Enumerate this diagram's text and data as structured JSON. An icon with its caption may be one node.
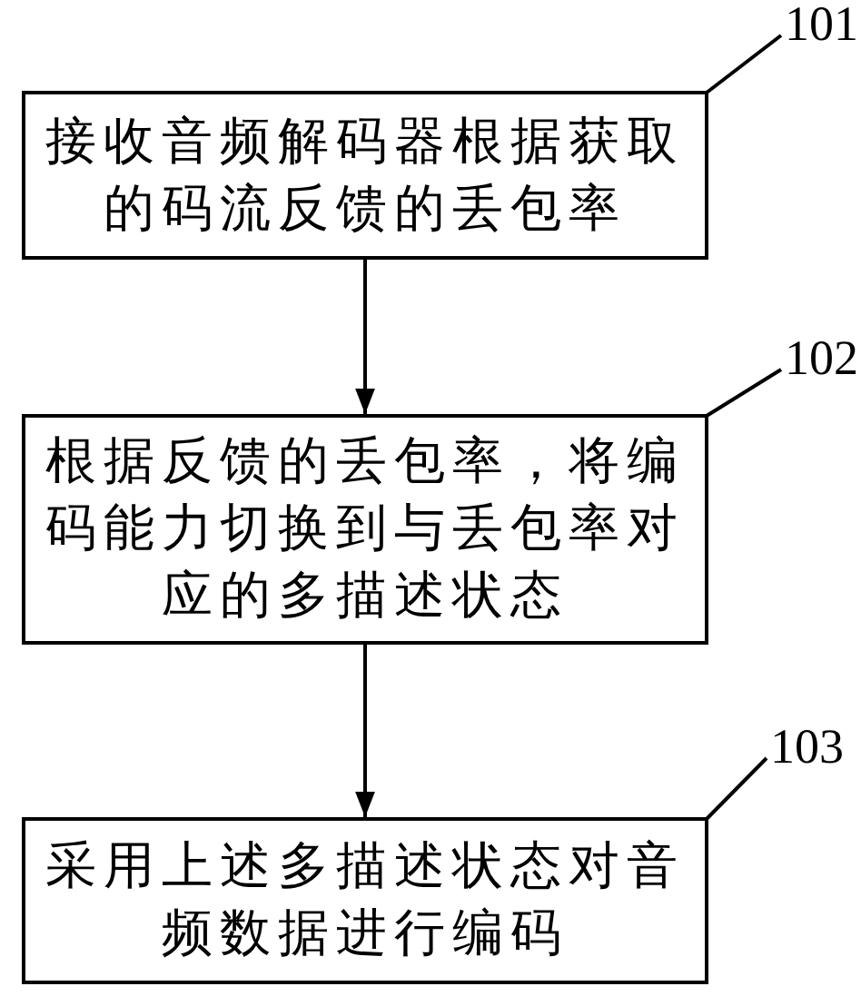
{
  "diagram": {
    "nodes": [
      {
        "text": [
          "接收音频解码器根据获取的码流反馈的丢包率"
        ]
      },
      {
        "text": [
          "根据反馈的丢包率，将编码能力切换到与丢包率对应的多描述状态"
        ]
      },
      {
        "text": [
          "采用上述多描述状态对音频数据进行编码"
        ]
      },
      {
        "text": [
          "101"
        ]
      },
      {
        "text": [
          "102"
        ]
      },
      {
        "text": [
          "103"
        ]
      }
    ],
    "edges": [
      {
        "from": 0,
        "to": 1,
        "arrow": "to"
      },
      {
        "from": 1,
        "to": 2,
        "arrow": "to"
      },
      {
        "from": 3,
        "to": 0,
        "arrow": "none"
      },
      {
        "from": 4,
        "to": 1,
        "arrow": "none"
      },
      {
        "from": 5,
        "to": 2,
        "arrow": "none"
      }
    ]
  }
}
